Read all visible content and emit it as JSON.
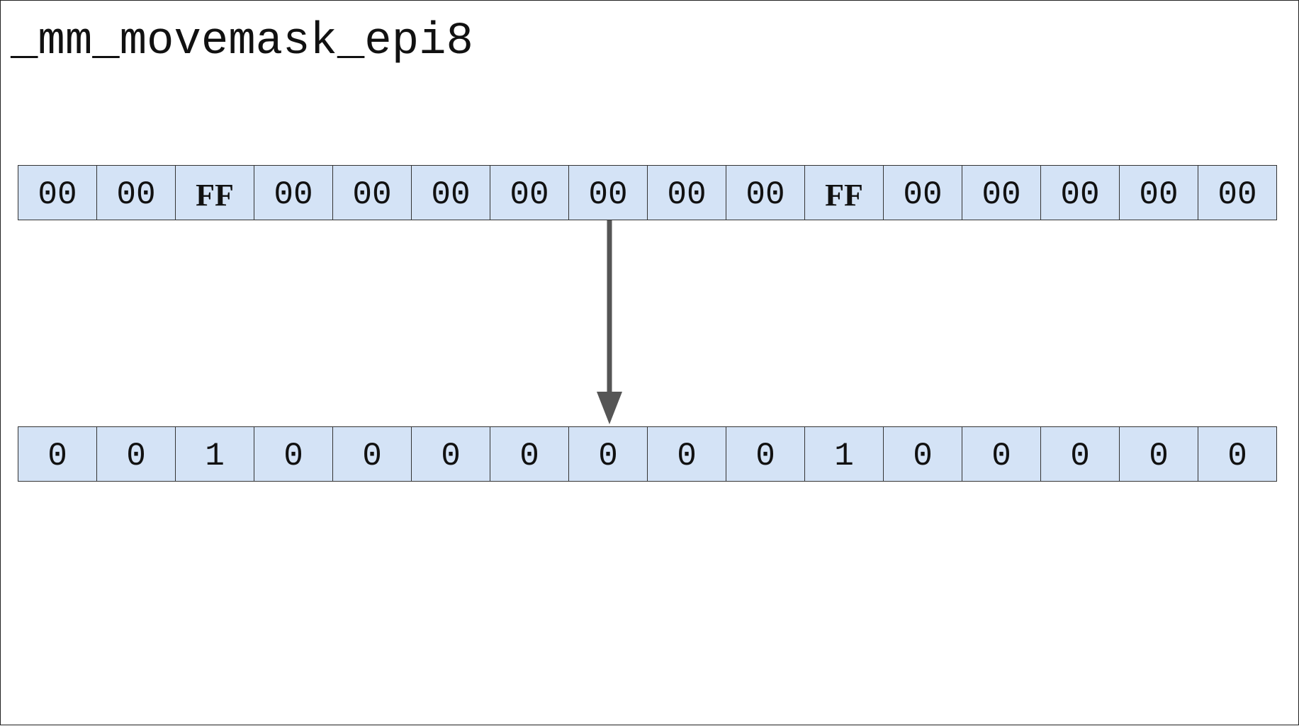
{
  "title": "_mm_movemask_epi8",
  "input_bytes": [
    "00",
    "00",
    "FF",
    "00",
    "00",
    "00",
    "00",
    "00",
    "00",
    "00",
    "FF",
    "00",
    "00",
    "00",
    "00",
    "00"
  ],
  "output_bits": [
    "0",
    "0",
    "1",
    "0",
    "0",
    "0",
    "0",
    "0",
    "0",
    "0",
    "1",
    "0",
    "0",
    "0",
    "0",
    "0"
  ],
  "colors": {
    "cell_fill": "#d4e3f6",
    "cell_border": "#333333",
    "arrow": "#555555",
    "text": "#111111"
  },
  "icons": {
    "arrow": "arrow-down-icon"
  }
}
